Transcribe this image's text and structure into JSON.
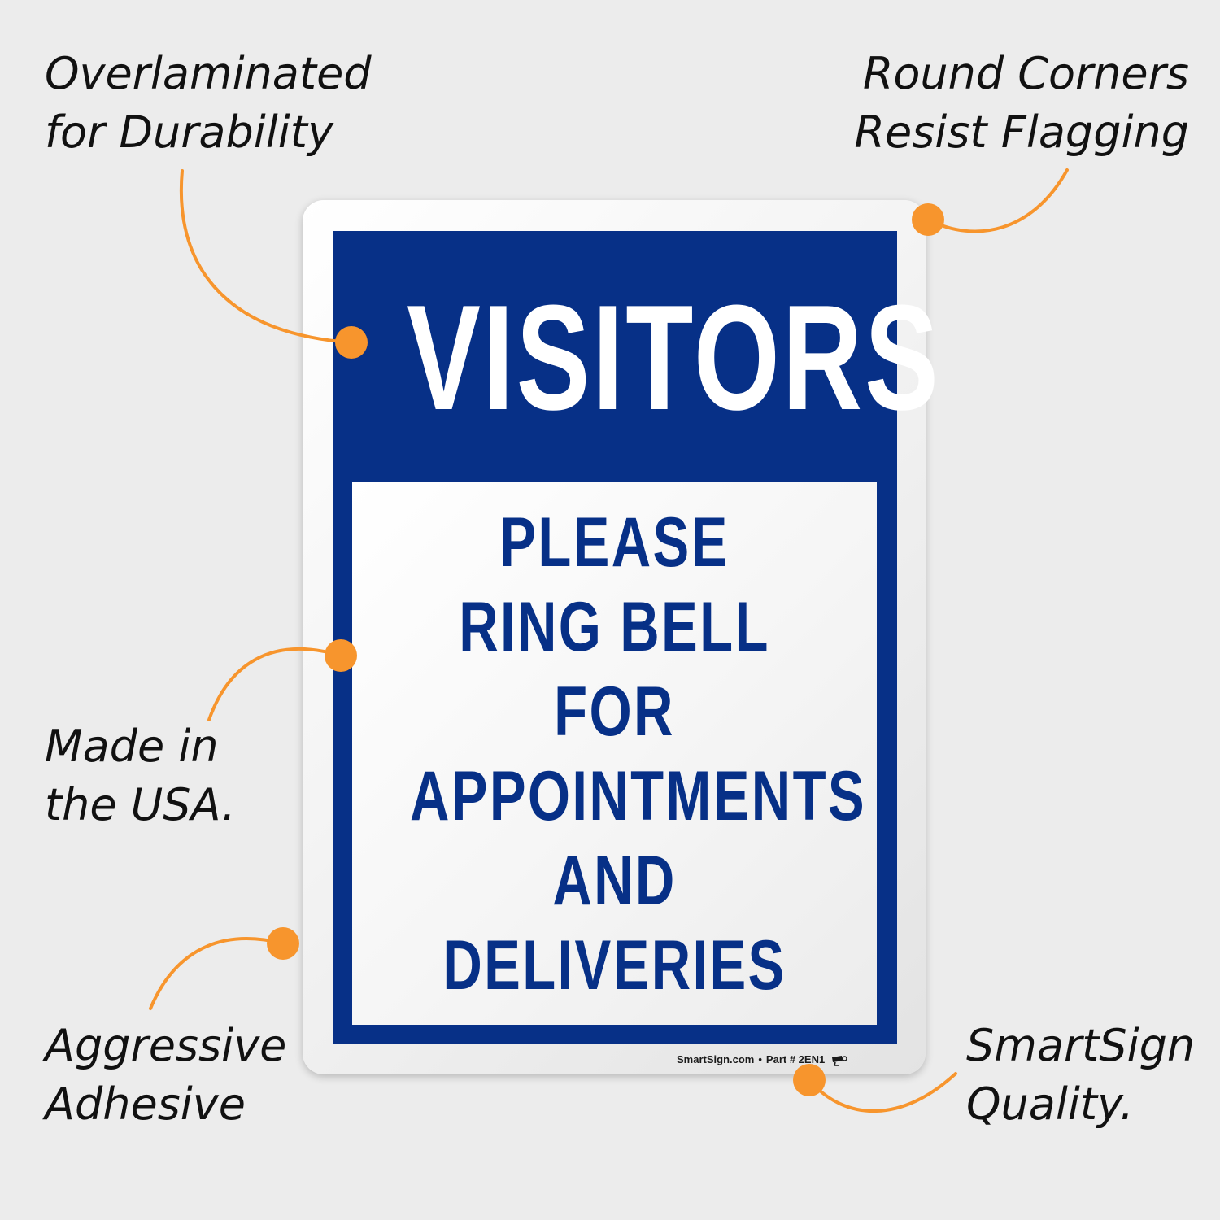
{
  "callouts": {
    "top_left": [
      "Overlaminated",
      "for Durability"
    ],
    "top_right": [
      "Round Corners",
      "Resist Flagging"
    ],
    "mid_left": [
      "Made in",
      "the USA."
    ],
    "bottom_left": [
      "Aggressive",
      "Adhesive"
    ],
    "bottom_right": [
      "SmartSign",
      "Quality."
    ]
  },
  "sign": {
    "header": "VISITORS",
    "body_lines": [
      "PLEASE",
      "RING BELL",
      "FOR",
      "APPOINTMENTS",
      "AND",
      "DELIVERIES"
    ],
    "footer_site": "SmartSign.com",
    "footer_separator": "•",
    "footer_part": "Part # 2EN1"
  },
  "colors": {
    "sign_blue": "#073087",
    "accent_orange": "#f7952d",
    "background": "#ececec"
  },
  "icons": {
    "footer_mark": "security-camera-icon",
    "callout_marker": "orange-dot-marker"
  }
}
